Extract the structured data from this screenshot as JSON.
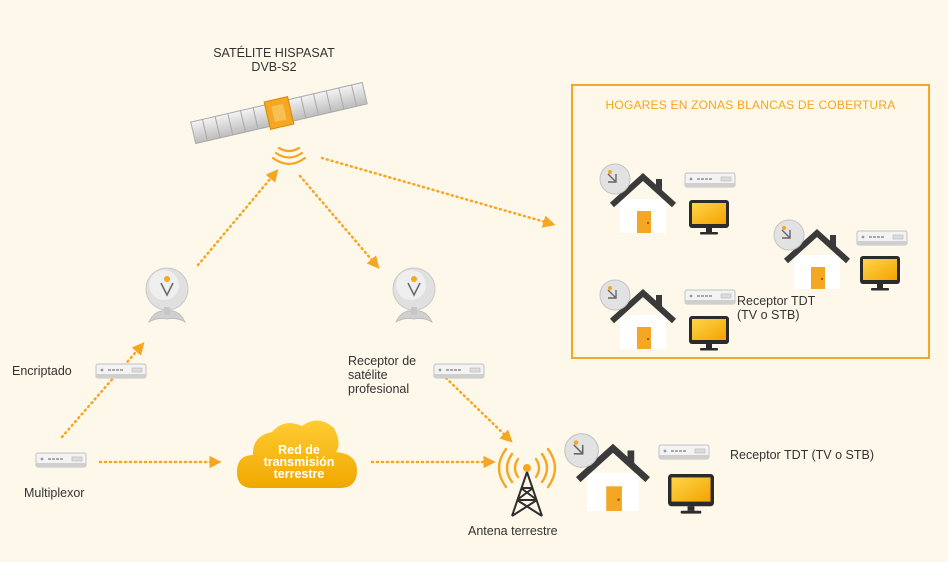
{
  "satellite": {
    "line1": "SATÉLITE HISPASAT",
    "line2": "DVB-S2"
  },
  "coverage": {
    "title": "HOGARES EN ZONAS BLANCAS DE COBERTURA"
  },
  "labels": {
    "encriptado": "Encriptado",
    "multiplexor": "Multiplexor",
    "receptor_satelite_1": "Receptor de",
    "receptor_satelite_2": "satélite",
    "receptor_satelite_3": "profesional",
    "cloud_1": "Red de",
    "cloud_2": "transmisión",
    "cloud_3": "terrestre",
    "antena": "Antena terrestre",
    "receptor_tdt_box_1": "Receptor TDT",
    "receptor_tdt_box_2": "(TV o STB)",
    "receptor_tdt_main": "Receptor TDT (TV o STB)"
  },
  "colors": {
    "accent": "#f5a623",
    "background": "#fdf8ea",
    "text": "#333333",
    "dish": "#d8d8d8",
    "roof": "#3a3a3a"
  },
  "icons": [
    "satellite-icon",
    "satellite-dish-icon",
    "house-icon",
    "tv-icon",
    "set-top-box-icon",
    "antenna-tower-icon",
    "cloud-icon"
  ]
}
